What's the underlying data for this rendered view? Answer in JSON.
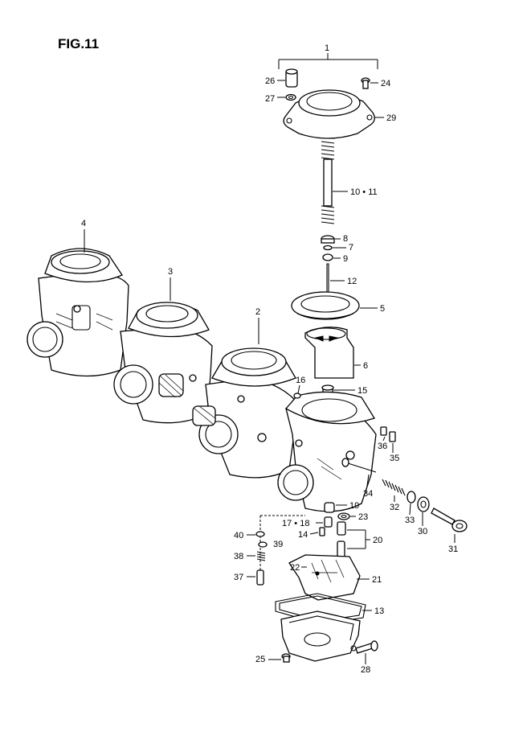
{
  "figure": {
    "title": "FIG.11"
  },
  "callouts": {
    "c1": "1",
    "c2": "2",
    "c3": "3",
    "c4": "4",
    "c5": "5",
    "c6": "6",
    "c7": "7",
    "c8": "8",
    "c9": "9",
    "c10_11": "10 • 11",
    "c12": "12",
    "c13": "13",
    "c14": "14",
    "c15": "15",
    "c16": "16",
    "c17_18": "17 • 18",
    "c19": "19",
    "c20": "20",
    "c21": "21",
    "c22": "22",
    "c23": "23",
    "c24": "24",
    "c25": "25",
    "c26": "26",
    "c27": "27",
    "c28": "28",
    "c29": "29",
    "c30": "30",
    "c31": "31",
    "c32": "32",
    "c33": "33",
    "c34": "34",
    "c35": "35",
    "c36": "36",
    "c37": "37",
    "c38": "38",
    "c39": "39",
    "c40": "40"
  }
}
